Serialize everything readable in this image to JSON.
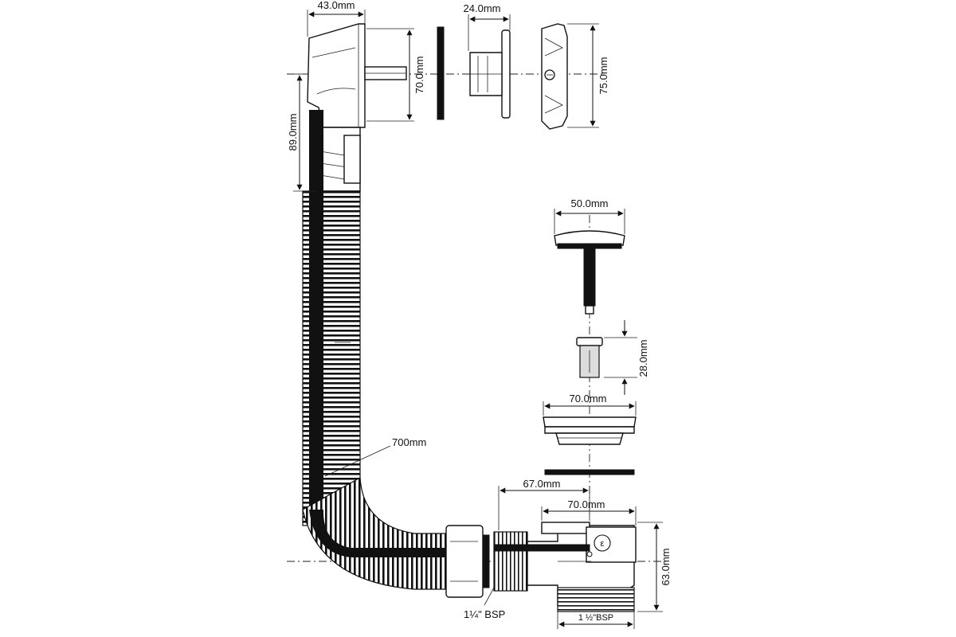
{
  "dimensions": {
    "overflow_depth": "43.0mm",
    "gasket_width": "24.0mm",
    "plate_height": "70.0mm",
    "cover_height": "75.0mm",
    "overflow_drop": "89.0mm",
    "plug_diameter": "50.0mm",
    "spindle_length": "28.0mm",
    "flange_diameter": "70.0mm",
    "hose_length": "700mm",
    "body_reach": "67.0mm",
    "body_width": "70.0mm",
    "body_height": "63.0mm"
  },
  "threads": {
    "hose_connector": "1¼\" BSP",
    "waste_outlet": "1 ½\"BSP"
  },
  "icons": {
    "body_logo": "ε"
  },
  "colors": {
    "ink": "#111111",
    "paper": "#ffffff",
    "shade": "#dcdcdc"
  }
}
